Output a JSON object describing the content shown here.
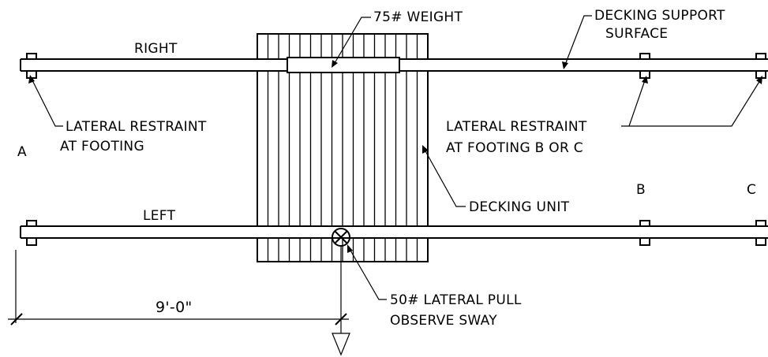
{
  "labels": {
    "weight": "75# WEIGHT",
    "support_1": "DECKING SUPPORT",
    "support_2": "SURFACE",
    "right": "RIGHT",
    "left": "LEFT",
    "restraint_a_1": "LATERAL RESTRAINT",
    "restraint_a_2": "AT FOOTING",
    "restraint_bc_1": "LATERAL RESTRAINT",
    "restraint_bc_2": "AT FOOTING B OR C",
    "footing_a": "A",
    "footing_b": "B",
    "footing_c": "C",
    "decking_unit": "DECKING UNIT",
    "pull_1": "50# LATERAL PULL",
    "pull_2": "OBSERVE SWAY",
    "dimension": "9'-0\""
  },
  "colors": {
    "ink": "#000000",
    "paper": "#ffffff"
  }
}
